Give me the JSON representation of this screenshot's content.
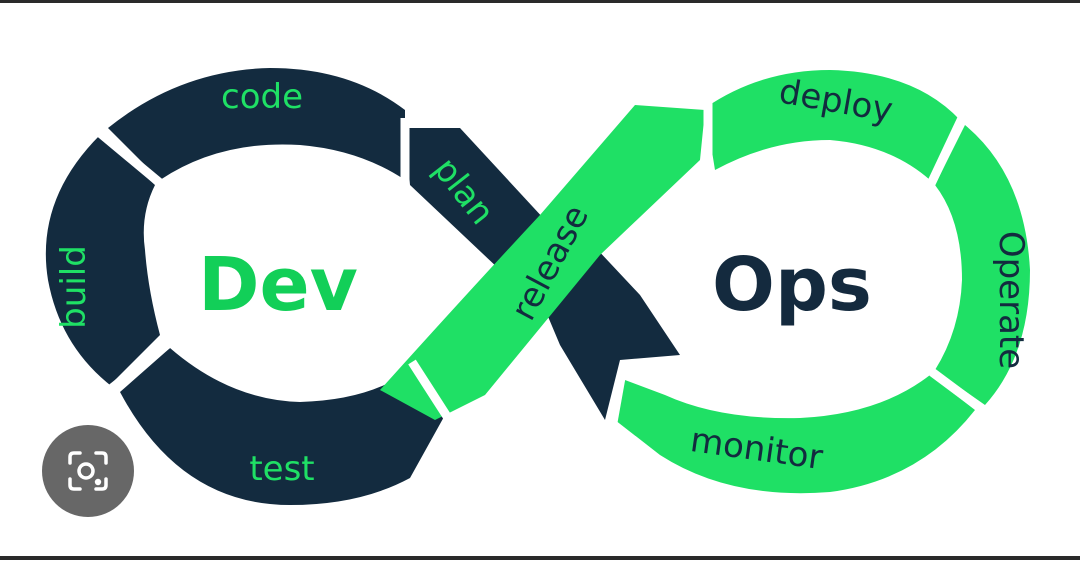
{
  "diagram": {
    "left_word": "Dev",
    "right_word": "Ops",
    "stages": {
      "code": "code",
      "plan": "plan",
      "build": "build",
      "test": "test",
      "release": "release",
      "deploy": "deploy",
      "operate": "Operate",
      "monitor": "monitor"
    }
  },
  "colors": {
    "navy": "#132b3f",
    "green": "#1fe065",
    "dev_text": "#12cf58",
    "ops_text": "#142a3e",
    "on_navy_text": "#1fe065",
    "on_green_text": "#132b3f"
  },
  "overlay": {
    "icon": "visual-search-lens-icon"
  }
}
